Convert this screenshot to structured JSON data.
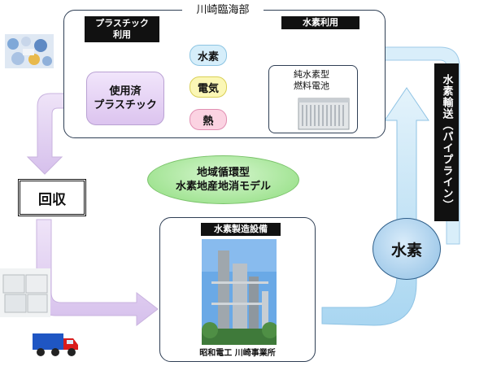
{
  "region": {
    "title": "川崎臨海部",
    "plastic_header": "プラスチック\n利用",
    "hydrogen_use_header": "水素利用"
  },
  "used_plastic": "使用済\nプラスチック",
  "uses": {
    "hydrogen": "水素",
    "electricity": "電気",
    "heat": "熱"
  },
  "fuel_cell": {
    "label": "純水素型\n燃料電池"
  },
  "model": "地域循環型\n水素地産地消モデル",
  "collection": "回収",
  "facility": {
    "header": "水素製造設備",
    "caption": "昭和電工 川崎事業所"
  },
  "transport": "水素輸送（パイプライン）",
  "hydrogen_bubble": "水素",
  "colors": {
    "hydrogen_pill": "#d6eefa",
    "electricity_pill": "#fbf7b6",
    "heat_pill": "#fbd3e2",
    "arrow_blue": "#cfe8f7",
    "arrow_lavender": "#e7d9f3",
    "model_green": "#9be38d"
  }
}
